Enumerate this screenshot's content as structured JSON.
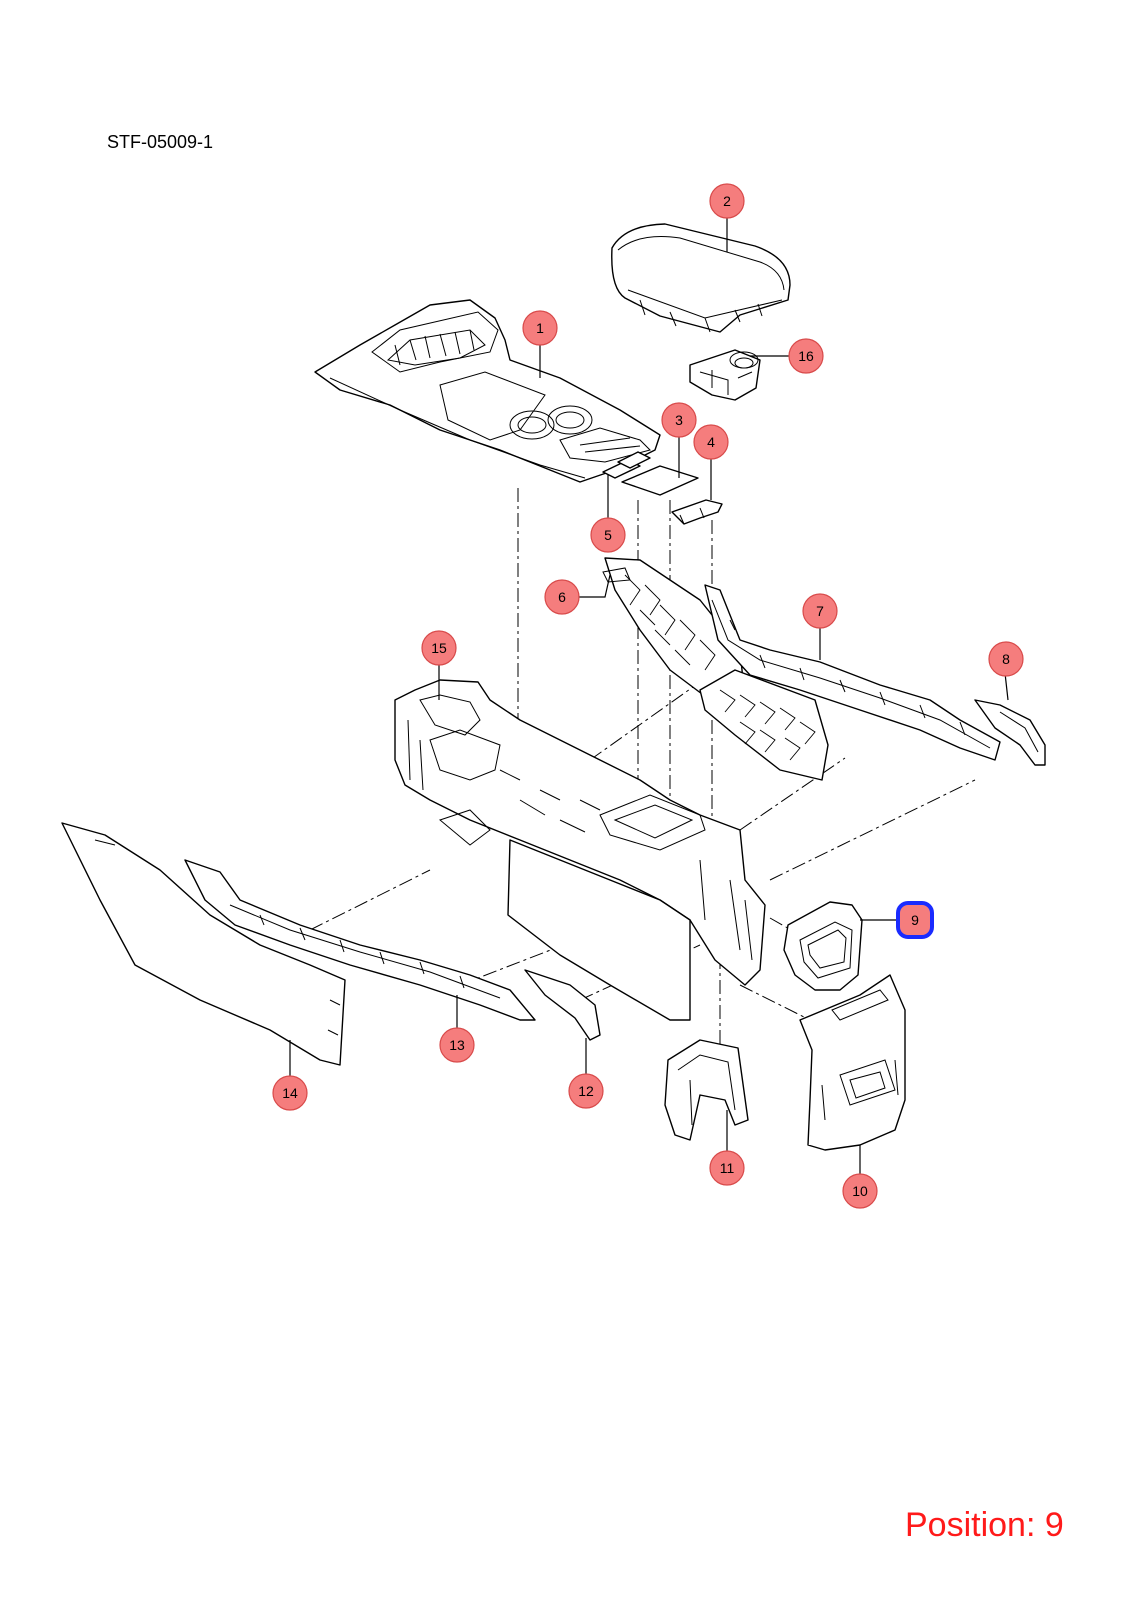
{
  "diagram": {
    "code": "STF-05009-1",
    "position_label": "Position: 9",
    "selected_callout": "9",
    "callouts": [
      "1",
      "2",
      "3",
      "4",
      "5",
      "6",
      "7",
      "8",
      "9",
      "10",
      "11",
      "12",
      "13",
      "14",
      "15",
      "16"
    ],
    "colors": {
      "callout_fill": "#f57d7d",
      "selection_border": "#1a2bff",
      "position_text": "#ff1a1a"
    }
  }
}
